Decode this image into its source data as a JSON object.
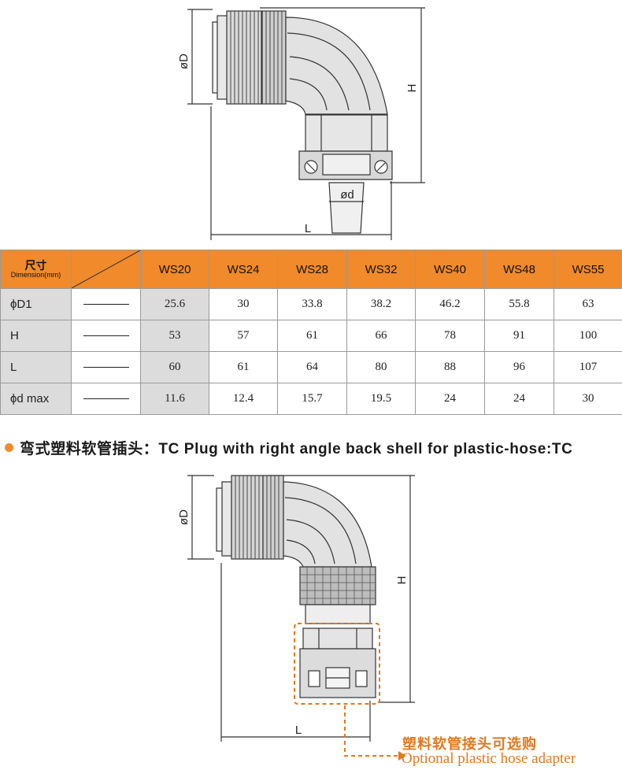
{
  "top_drawing": {
    "label_D": "øD",
    "label_H": "H",
    "label_d": "ød",
    "label_L": "L"
  },
  "table": {
    "header_cn": "尺寸",
    "header_en": "Dimension(mm)",
    "columns": [
      "WS20",
      "WS24",
      "WS28",
      "WS32",
      "WS40",
      "WS48",
      "WS55"
    ],
    "rows": [
      {
        "label": "ϕD1",
        "values": [
          "25.6",
          "30",
          "33.8",
          "38.2",
          "46.2",
          "55.8",
          "63"
        ]
      },
      {
        "label": "H",
        "values": [
          "53",
          "57",
          "61",
          "66",
          "78",
          "91",
          "100"
        ]
      },
      {
        "label": "L",
        "values": [
          "60",
          "61",
          "64",
          "80",
          "88",
          "96",
          "107"
        ]
      },
      {
        "label": "ϕd max",
        "values": [
          "11.6",
          "12.4",
          "15.7",
          "19.5",
          "24",
          "24",
          "30"
        ]
      }
    ],
    "colors": {
      "header": "#f08a2b",
      "shade": "#dcdcdc"
    }
  },
  "section": {
    "title": "弯式塑料软管插头：TC Plug with right angle back shell for plastic-hose:TC"
  },
  "bottom_drawing": {
    "label_D": "øD",
    "label_H": "H",
    "label_L": "L",
    "adapter_cn": "塑料软管接头可选购",
    "adapter_en": "Optional plastic hose adapter"
  },
  "accent_color": "#e07920"
}
